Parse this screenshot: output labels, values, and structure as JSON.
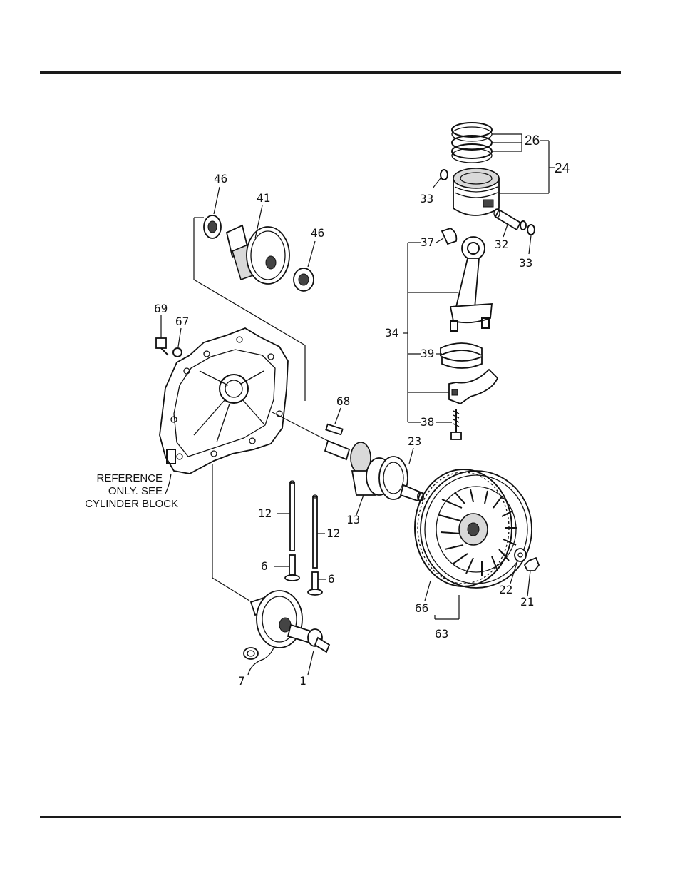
{
  "reference_note": [
    "REFERENCE",
    "ONLY. SEE",
    "CYLINDER BLOCK"
  ],
  "callouts": {
    "p1": "1",
    "p6a": "6",
    "p6b": "6",
    "p7": "7",
    "p12a": "12",
    "p12b": "12",
    "p13": "13",
    "p21": "21",
    "p22": "22",
    "p23": "23",
    "p24": "24",
    "p26": "26",
    "p32": "32",
    "p33a": "33",
    "p33b": "33",
    "p34": "34",
    "p37": "37",
    "p38": "38",
    "p39": "39",
    "p41": "41",
    "p46a": "46",
    "p46b": "46",
    "p63": "63",
    "p66": "66",
    "p67": "67",
    "p68": "68",
    "p69": "69"
  }
}
